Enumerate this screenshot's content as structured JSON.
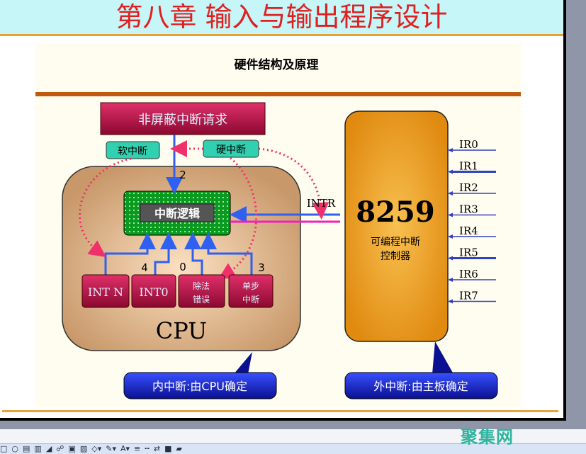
{
  "slide": {
    "title": "第八章  输入与输出程序设计",
    "subtitle": "硬件结构及原理"
  },
  "diagram": {
    "nmi_request": "非屏蔽中断请求",
    "soft_interrupt": "软中断",
    "hard_interrupt": "硬中断",
    "interrupt_logic": "中断逻辑",
    "cpu_label": "CPU",
    "int_n": "INT N",
    "int_0": "INT0",
    "divide_error_1": "除法",
    "divide_error_2": "错误",
    "single_step_1": "单步",
    "single_step_2": "中断",
    "num_2": "2",
    "num_4": "4",
    "num_0": "0",
    "num_3": "3",
    "intr": "INTR",
    "chip": "8259",
    "chip_desc_1": "可编程中断",
    "chip_desc_2": "控制器",
    "ir_lines": [
      "IR0",
      "IR1",
      "IR2",
      "IR3",
      "IR4",
      "IR5",
      "IR6",
      "IR7"
    ],
    "callout_internal": "内中断:由CPU确定",
    "callout_external": "外中断:由主板确定"
  },
  "watermark": "聚集网",
  "toolbar": {
    "icons": [
      "rectangle-icon",
      "oval-icon",
      "textbox-icon",
      "vertical-textbox-icon",
      "wordart-icon",
      "diagram-icon",
      "clipart-icon",
      "picture-icon",
      "fill-color-icon",
      "line-color-icon",
      "font-color-icon",
      "line-style-icon",
      "dash-style-icon",
      "arrow-style-icon",
      "shadow-icon",
      "3d-icon"
    ]
  },
  "colors": {
    "title": "#e02020",
    "box_magenta": "#c0104a",
    "cpu_body": "#e8c49a",
    "chip_body": "#e89820",
    "callout": "#1a2ad0",
    "arrow_blue": "#3060f0",
    "dotted_pink": "#f0306a"
  }
}
